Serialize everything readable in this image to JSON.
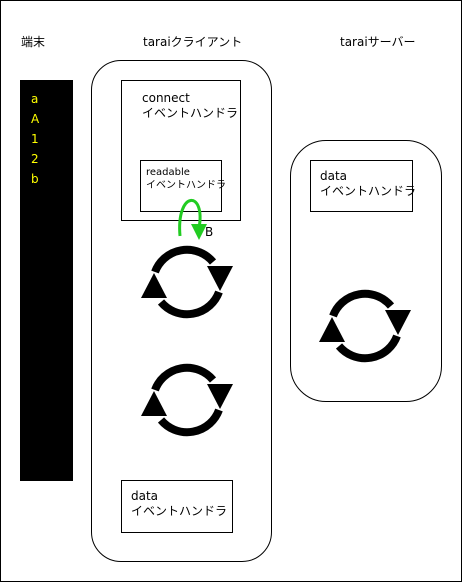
{
  "labels": {
    "terminal": "端末",
    "client": "taraiクライアント",
    "server": "taraiサーバー"
  },
  "terminal_lines": [
    "a",
    "A",
    "1",
    "2",
    "b"
  ],
  "client": {
    "connect_handler": {
      "line1": "connect",
      "line2": "イベントハンドラ"
    },
    "readable_handler": {
      "line1": "readable",
      "line2": "イベントハンドラ"
    },
    "data_handler": {
      "line1": "data",
      "line2": "イベントハンドラ"
    },
    "arrow_label": "B"
  },
  "server": {
    "data_handler": {
      "line1": "data",
      "line2": "イベントハンドラ"
    }
  },
  "colors": {
    "terminal_bg": "#000000",
    "terminal_text": "#ffff00",
    "arrow": "#22cc22",
    "stroke": "#000000"
  }
}
